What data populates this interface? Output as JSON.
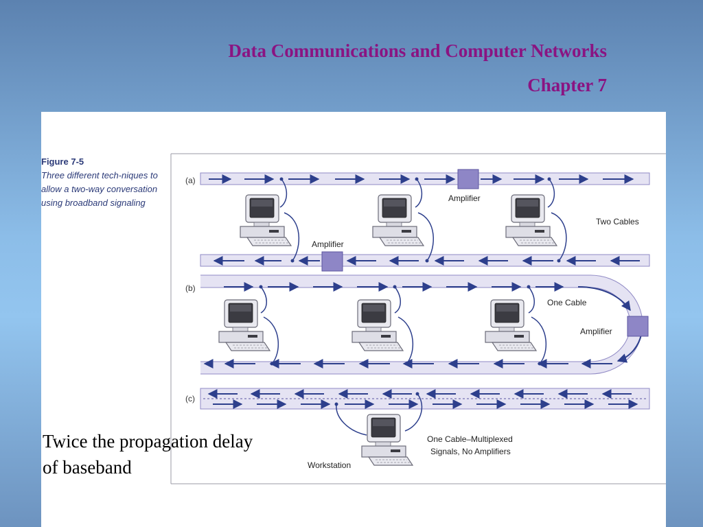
{
  "slide": {
    "title": "Data Communications and Computer Networks",
    "subtitle": "Chapter 7",
    "note": "Twice the propagation delay of baseband"
  },
  "figure": {
    "number": "Figure 7-5",
    "caption": "Three different tech-niques to allow a two-way conversation using broadband signaling",
    "parts": {
      "a": {
        "label": "(a)",
        "amplifier_label": "Amplifier",
        "cable_label": "Two Cables"
      },
      "b": {
        "label": "(b)",
        "amplifier_label": "Amplifier",
        "cable_label": "One Cable"
      },
      "c": {
        "label": "(c)",
        "cable_label_line1": "One Cable–Multiplexed",
        "cable_label_line2": "Signals, No Amplifiers",
        "workstation_label": "Workstation"
      }
    }
  },
  "colors": {
    "title": "#8a1482",
    "cable_fill": "#e5e3f3",
    "cable_stroke": "#8f89c4",
    "arrow": "#2d3f8c",
    "amplifier": "#8e86c6"
  }
}
